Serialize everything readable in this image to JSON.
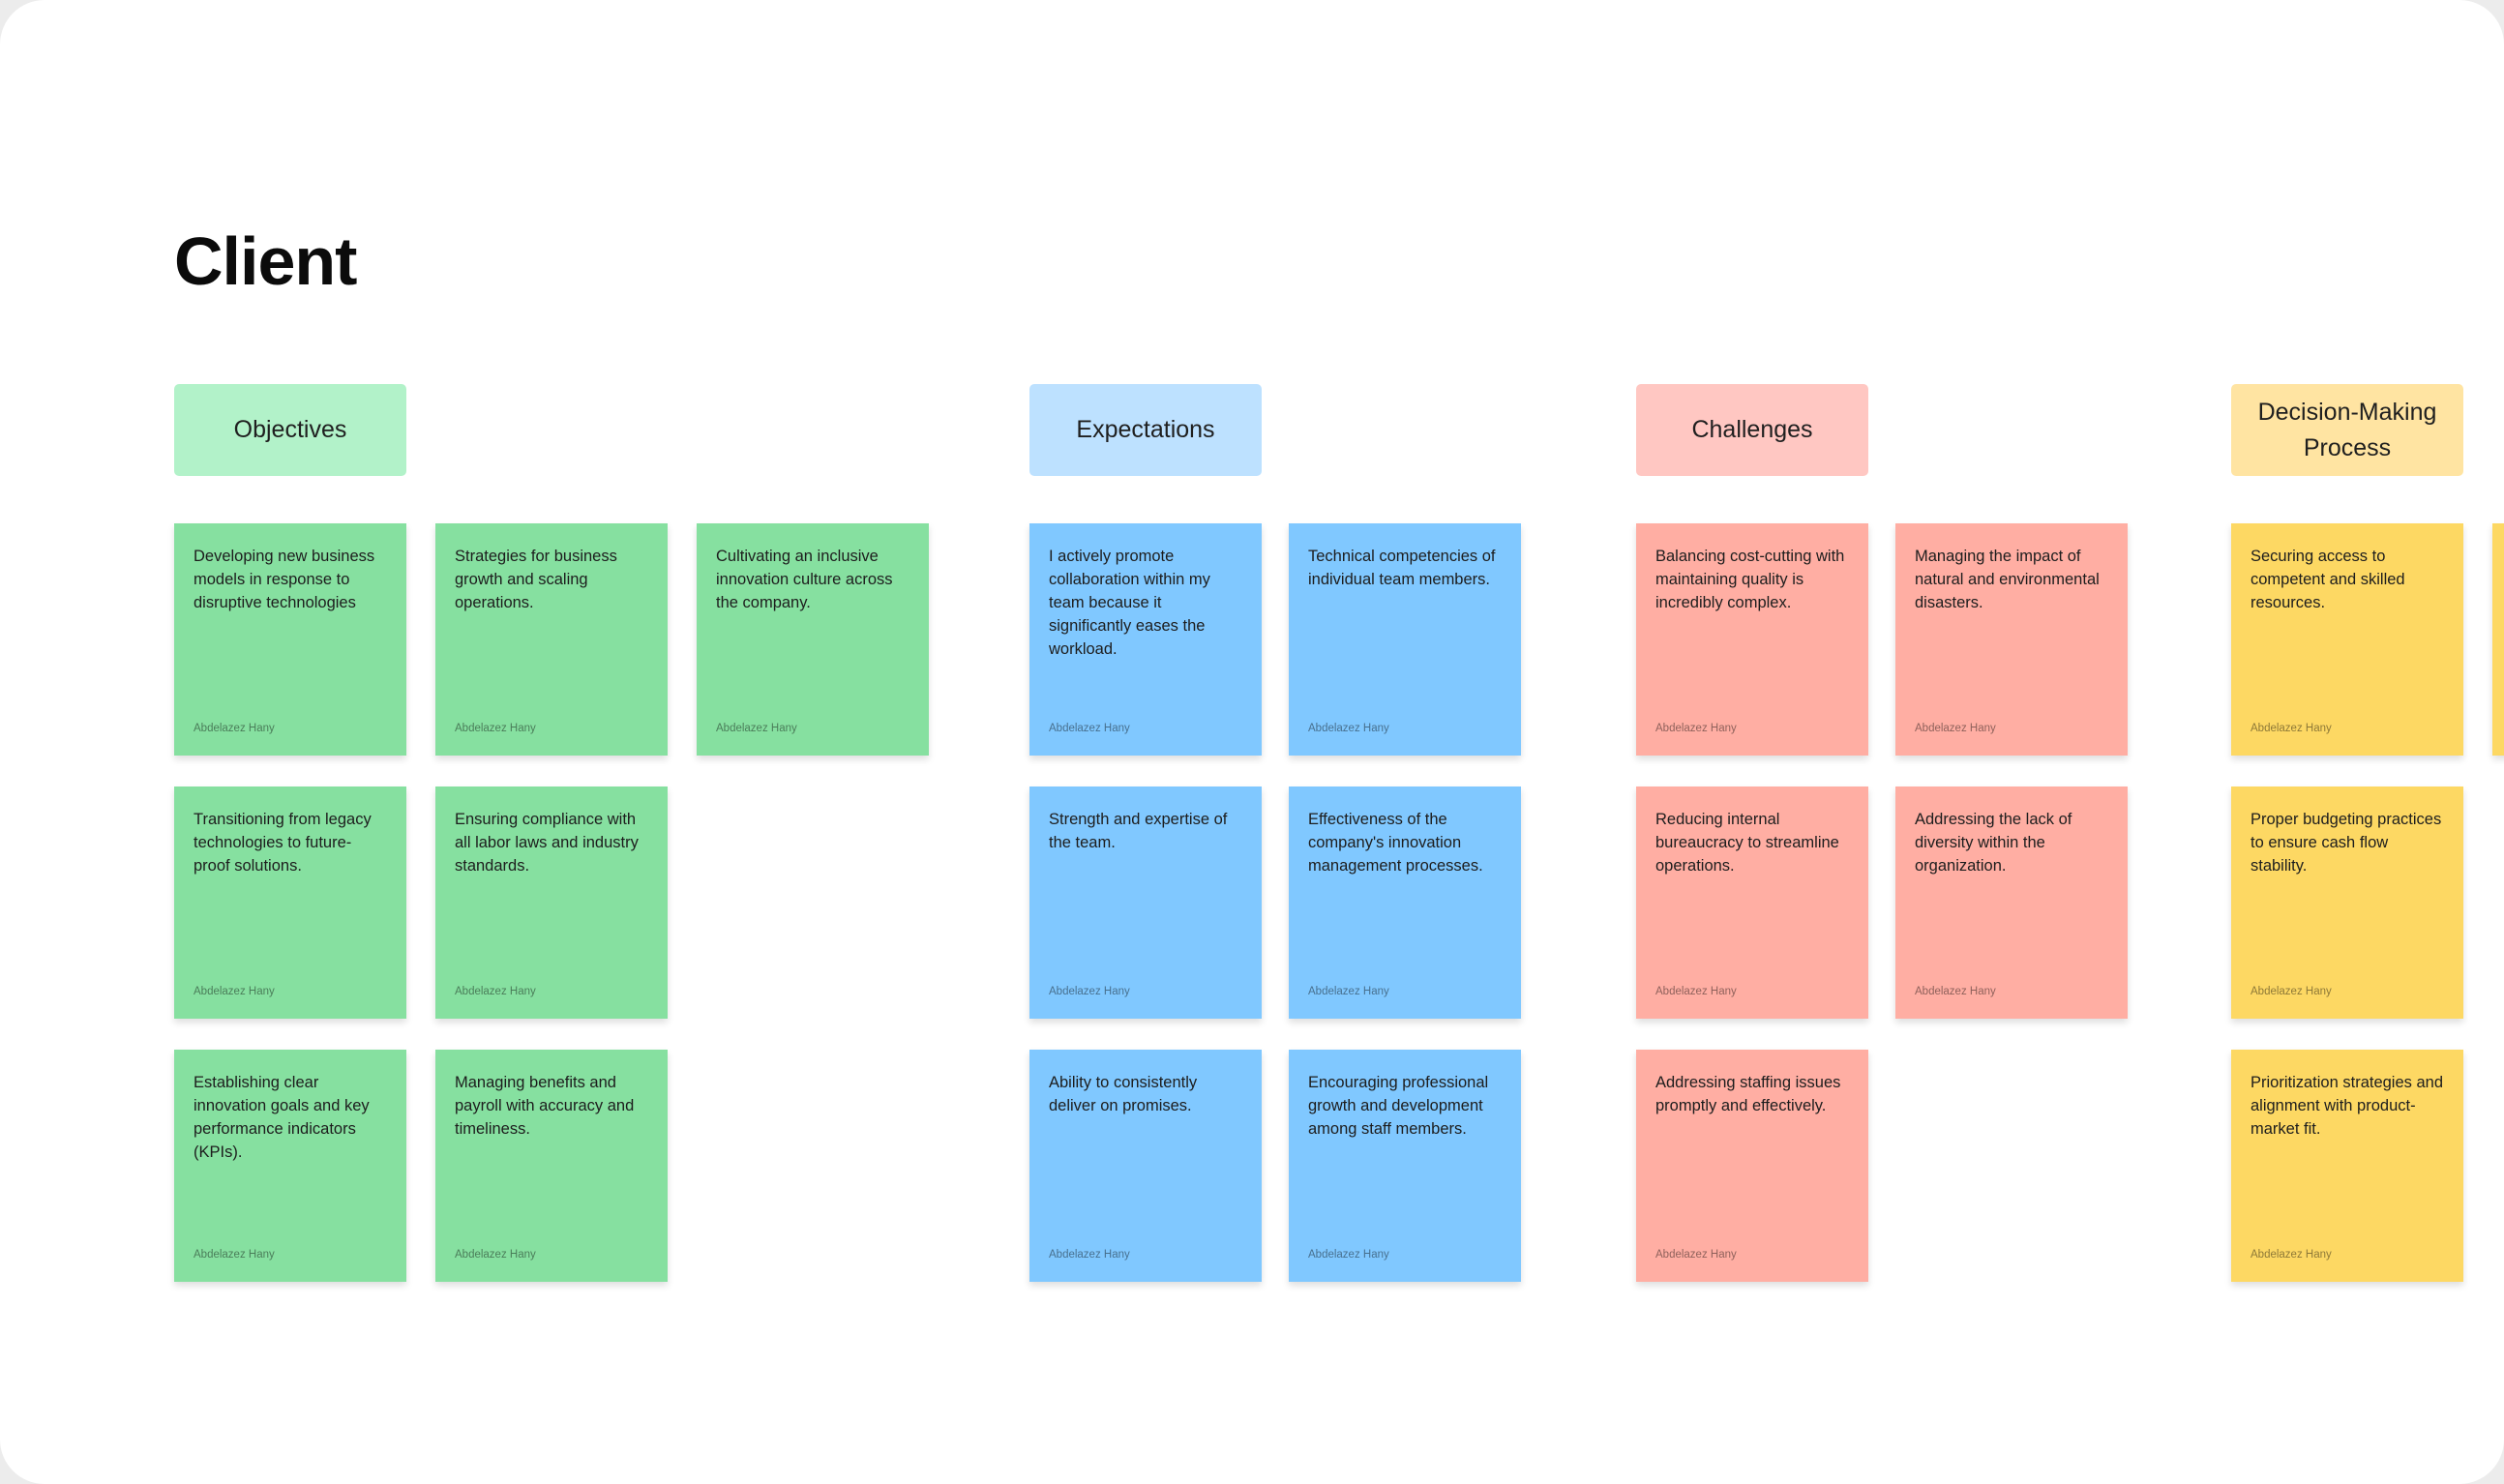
{
  "board": {
    "title": "Client",
    "columns": [
      {
        "header": "Objectives",
        "color": "#86e0a0",
        "notes": [
          {
            "text": "Developing new business models in response to disruptive technologies",
            "author": "Abdelazez Hany"
          },
          {
            "text": "Strategies for business growth and scaling operations.",
            "author": "Abdelazez Hany"
          },
          {
            "text": "Cultivating an inclusive innovation culture across the company.",
            "author": "Abdelazez Hany"
          },
          {
            "text": "Transitioning from legacy technologies to future-proof solutions.",
            "author": "Abdelazez Hany"
          },
          {
            "text": "Ensuring compliance with all labor laws and industry standards.",
            "author": "Abdelazez Hany"
          },
          {
            "text": "Establishing clear innovation goals and key performance indicators (KPIs).",
            "author": "Abdelazez Hany"
          },
          {
            "text": "Managing benefits and payroll with accuracy and timeliness.",
            "author": "Abdelazez Hany"
          }
        ]
      },
      {
        "header": "Expectations",
        "color": "#80c8ff",
        "notes": [
          {
            "text": "I actively promote collaboration within my team because it significantly eases the workload.",
            "author": "Abdelazez Hany"
          },
          {
            "text": "Technical competencies of individual team members.",
            "author": "Abdelazez Hany"
          },
          {
            "text": "Strength and expertise of the team.",
            "author": "Abdelazez Hany"
          },
          {
            "text": "Effectiveness of the company's innovation management processes.",
            "author": "Abdelazez Hany"
          },
          {
            "text": "Ability to consistently deliver on promises.",
            "author": "Abdelazez Hany"
          },
          {
            "text": "Encouraging professional growth and development among staff members.",
            "author": "Abdelazez Hany"
          }
        ]
      },
      {
        "header": "Challenges",
        "color": "#ffaea3",
        "notes": [
          {
            "text": "Balancing cost-cutting with maintaining quality is incredibly complex.",
            "author": "Abdelazez Hany"
          },
          {
            "text": "Managing the impact of natural and environmental disasters.",
            "author": "Abdelazez Hany"
          },
          {
            "text": "Reducing internal bureaucracy to streamline operations.",
            "author": "Abdelazez Hany"
          },
          {
            "text": "Addressing the lack of diversity within the organization.",
            "author": "Abdelazez Hany"
          },
          {
            "text": "Addressing staffing issues promptly and effectively.",
            "author": "Abdelazez Hany"
          }
        ]
      },
      {
        "header": "Decision-Making Process",
        "color": "#fdd863",
        "notes": [
          {
            "text": "Securing access to competent and skilled resources.",
            "author": "Abdelazez Hany"
          },
          {
            "text": "",
            "author": ""
          },
          {
            "text": "Proper budgeting practices to ensure cash flow stability.",
            "author": "Abdelazez Hany"
          },
          {
            "text": "Prioritization strategies and alignment with product-market fit.",
            "author": "Abdelazez Hany"
          }
        ]
      }
    ]
  }
}
